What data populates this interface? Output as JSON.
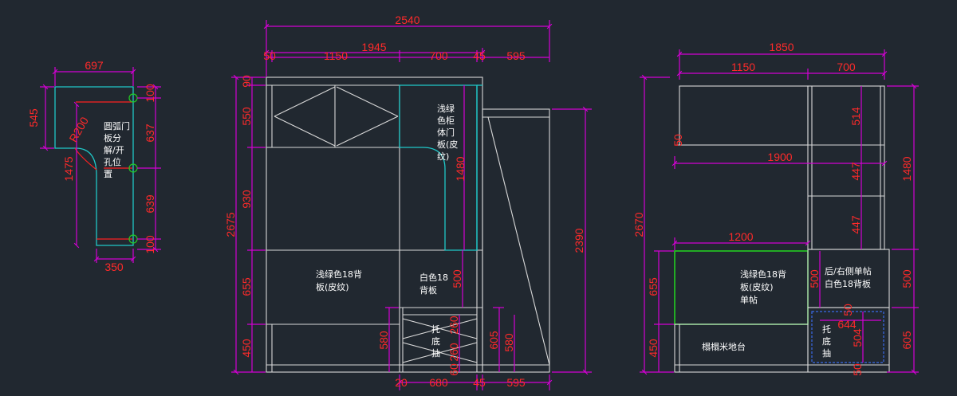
{
  "colors": {
    "background": "#212830",
    "dimension_line": "#d400d4",
    "dimension_text": "#ff2a2a",
    "outline": "#d8d8d8",
    "cyan": "#20c8c8",
    "green": "#22cc22",
    "blue": "#3a6ae8"
  },
  "left_plan": {
    "top_width": "697",
    "bottom_width": "350",
    "left_height": "545",
    "inner_height": "1475",
    "radius": "R200",
    "right_dims": [
      "100",
      "637",
      "639",
      "100"
    ],
    "note": [
      "圆弧门",
      "板分",
      "解/开",
      "孔位",
      "置"
    ]
  },
  "middle_elevation": {
    "overall_width": "2540",
    "inner_width": "1945",
    "top_segments": [
      "50",
      "1150",
      "700",
      "45",
      "595"
    ],
    "bottom_segments": [
      "20",
      "680",
      "45",
      "595"
    ],
    "left_outer_height": "2675",
    "left_segments": [
      "90",
      "550",
      "930",
      "655",
      "450"
    ],
    "right_height": "2390",
    "inner_dims": [
      "1480",
      "500",
      "580",
      "260",
      "260",
      "60",
      "605",
      "580"
    ],
    "notes": {
      "cabinet": [
        "浅绿",
        "色柜",
        "体门",
        "板(皮",
        "纹)"
      ],
      "back_panel": [
        "浅绿色18背",
        "板(皮纹)"
      ],
      "white_back": [
        "白色18",
        "背板"
      ],
      "drawer": [
        "托",
        "底",
        "抽"
      ]
    }
  },
  "right_elevation": {
    "overall_width": "1850",
    "top_segments": [
      "1150",
      "700"
    ],
    "shelf_width": "1900",
    "desk_width": "1200",
    "left_small": "50",
    "left_outer_height": "2670",
    "left_segments": [
      "655",
      "450"
    ],
    "right_outer_dims": [
      "1480",
      "500",
      "605"
    ],
    "inner_dims": [
      "514",
      "447",
      "447",
      "500",
      "644",
      "504",
      "50",
      "50"
    ],
    "notes": {
      "back_panel": [
        "浅绿色18背",
        "板(皮纹)",
        "单帖"
      ],
      "side_panel": [
        "后/右侧单帖",
        "白色18背板"
      ],
      "tatami": "榻榻米地台",
      "drawer": [
        "托",
        "底",
        "抽"
      ]
    }
  }
}
